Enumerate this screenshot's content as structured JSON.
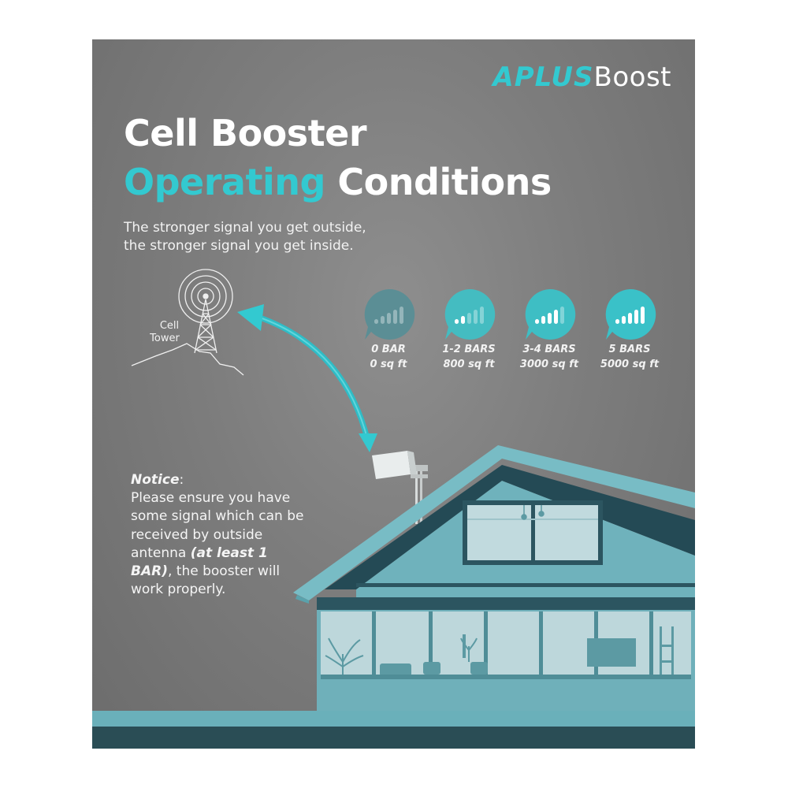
{
  "brand": {
    "part1": "APLUS",
    "part2": "Boost"
  },
  "headline": {
    "line1": "Cell Booster",
    "accent": "Operating",
    "rest": "Conditions"
  },
  "subtitle": {
    "line1": "The stronger signal you get outside,",
    "line2": "the stronger signal you get inside."
  },
  "tower": {
    "line1": "Cell",
    "line2": "Tower"
  },
  "levels": [
    {
      "title": "0 BAR",
      "area": "0 sq ft",
      "bars": 0
    },
    {
      "title": "1-2 BARS",
      "area": "800 sq ft",
      "bars": 2
    },
    {
      "title": "3-4 BARS",
      "area": "3000 sq ft",
      "bars": 4
    },
    {
      "title": "5 BARS",
      "area": "5000 sq ft",
      "bars": 5
    }
  ],
  "notice": {
    "title": "Notice",
    "colon": ":",
    "text1": "Please ensure you have some signal which can be received by outside antenna",
    "emphasis": "(at least 1 BAR)",
    "text2": ", the booster will work properly."
  },
  "colors": {
    "accent": "#33c9d0",
    "house_wall": "#6fb0ba",
    "roof_dark": "#244a55",
    "roof_light": "#6fb2bc"
  }
}
